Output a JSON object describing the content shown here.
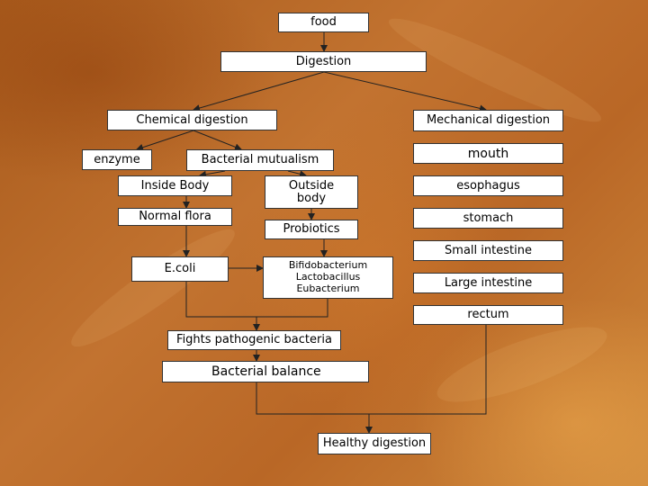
{
  "nodes": {
    "food": "food",
    "digestion": "Digestion",
    "chemical_digestion": "Chemical digestion",
    "mechanical_digestion": "Mechanical digestion",
    "enzyme": "enzyme",
    "bacterial_mutualism": "Bacterial mutualism",
    "inside_body": "Inside Body",
    "outside_body": "Outside\nbody",
    "normal_flora": "Normal flora",
    "probiotics": "Probiotics",
    "ecoli": "E.coli",
    "bacteria_list": "Bifidobacterium\nLactobacillus\nEubacterium",
    "fights_pathogenic": "Fights pathogenic bacteria",
    "bacterial_balance": "Bacterial balance",
    "healthy_digestion": "Healthy digestion",
    "mouth": "mouth",
    "esophagus": "esophagus",
    "stomach": "stomach",
    "small_intestine": "Small intestine",
    "large_intestine": "Large intestine",
    "rectum": "rectum"
  }
}
